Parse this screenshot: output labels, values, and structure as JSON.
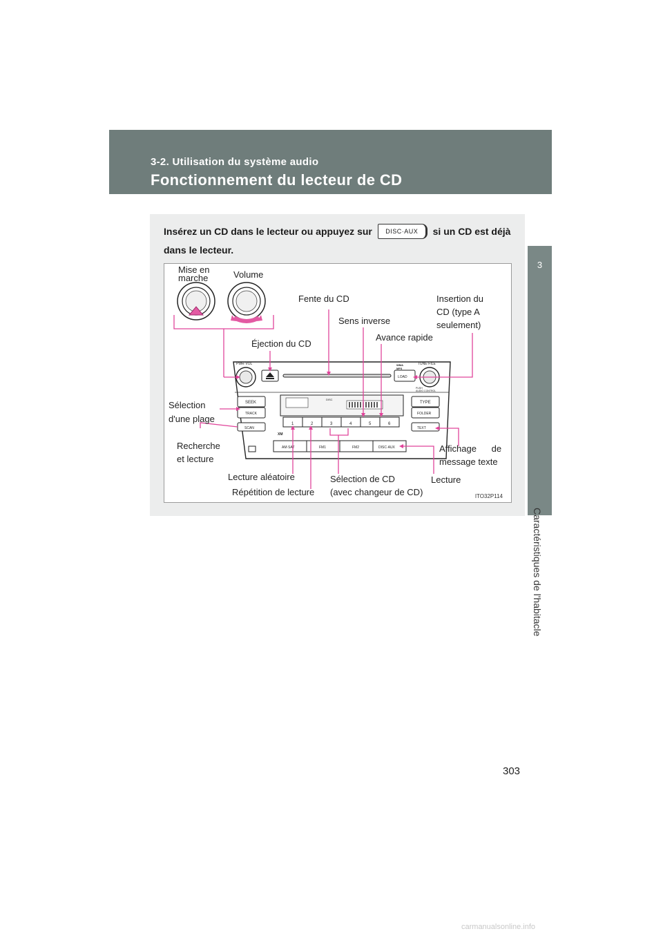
{
  "header": {
    "section": "3-2. Utilisation du système audio",
    "title": "Fonctionnement du lecteur de CD"
  },
  "side_tab": {
    "number": "3",
    "chapter": "Caractéristiques de l'habitacle"
  },
  "intro": {
    "before": "Insérez un CD dans le lecteur ou appuyez sur",
    "button": "DISC·AUX",
    "after": "si un CD est déjà dans le lecteur."
  },
  "diagram": {
    "labels": {
      "power_line1": "Mise en",
      "power_line2": "marche",
      "volume": "Volume",
      "cd_slot": "Fente du CD",
      "cd_insert_line1": "Insertion du",
      "cd_insert_line2": "CD (type A",
      "cd_insert_line3": "seulement)",
      "reverse": "Sens inverse",
      "fast_forward": "Avance rapide",
      "eject": "Éjection du CD",
      "track_line1": "Sélection",
      "track_line2": "d'une plage",
      "scan_line1": "Recherche",
      "scan_line2": "et lecture",
      "text_display_line1": "Affichage      de",
      "text_display_line2": "message texte",
      "random": "Lecture aléatoire",
      "repeat": "Répétition de lecture",
      "disc_select_line1": "Sélection de CD",
      "disc_select_line2": "(avec changeur de CD)",
      "play": "Lecture"
    },
    "unit": {
      "pwr_vol": "PWR·VOL",
      "tune_file": "TUNE·FILE",
      "push_audio_line1": "PUSH",
      "push_audio_line2": "AUDIO CONTROL",
      "load": "LOAD",
      "seek": "SEEK",
      "track": "TRACK",
      "scan": "SCAN",
      "type": "TYPE",
      "folder": "FOLDER",
      "text": "TEXT",
      "presets": [
        "1",
        "2",
        "3",
        "4",
        "5",
        "6"
      ],
      "am_sat": "AM·SAT",
      "fm1": "FM1",
      "fm2": "FM2",
      "disc_aux": "DISC·AUX",
      "xm": "XM",
      "wma": "WMA",
      "mp3": "MP3",
      "disc_disp": "DISC"
    },
    "figure_id": "ITO32P114",
    "callout_color": "#e0449a"
  },
  "page_number": "303",
  "watermark": "carmanualsonline.info"
}
